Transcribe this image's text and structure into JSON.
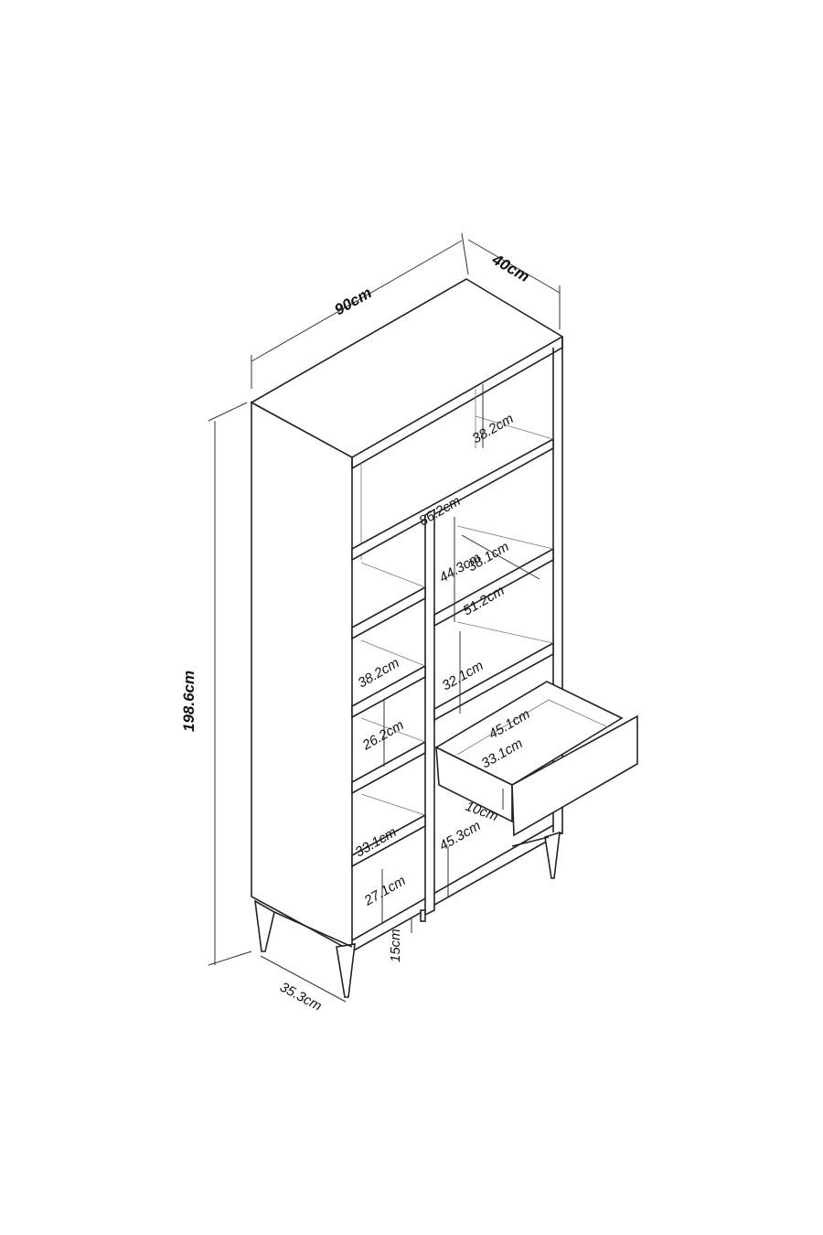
{
  "diagram": {
    "subject": "bookcase",
    "overall": {
      "width": "90cm",
      "depth": "40cm",
      "height": "198.6cm",
      "leg_span": "35.3cm",
      "leg_height": "15cm"
    },
    "inner": {
      "top_width": "86.2cm",
      "top_height": "38.2cm",
      "right_upper_height": "44.3cm",
      "right_shelf_depth": "38.1cm",
      "right_shelf_width": "51.2cm",
      "right_mid_height": "32.1cm",
      "left_shelf_depth": "38.2cm",
      "left_mid_height": "26.2cm",
      "left_lower_depth": "33.1cm",
      "left_bottom_height": "27.1cm",
      "right_bottom_height": "45.3cm"
    },
    "drawer": {
      "width": "45.1cm",
      "depth": "33.1cm",
      "height": "10cm"
    }
  }
}
